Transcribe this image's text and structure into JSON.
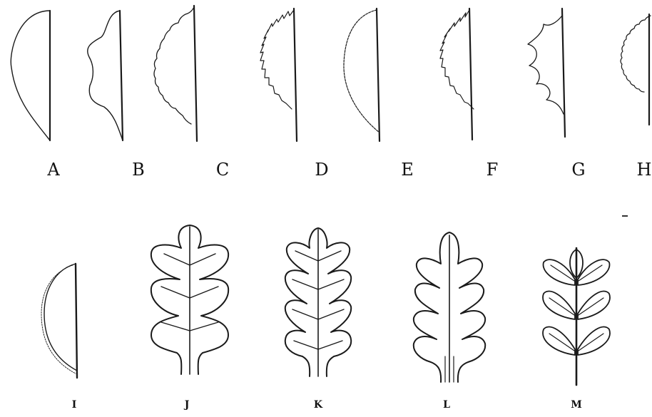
{
  "top_row": [
    {
      "label": "A",
      "margin": "entire"
    },
    {
      "label": "B",
      "margin": "undulate"
    },
    {
      "label": "C",
      "margin": "sinuate"
    },
    {
      "label": "D",
      "margin": "serrate"
    },
    {
      "label": "E",
      "margin": "serrulate"
    },
    {
      "label": "F",
      "margin": "doubly-serrate"
    },
    {
      "label": "G",
      "margin": "lobed"
    },
    {
      "label": "H",
      "margin": "crenate"
    }
  ],
  "bottom_row": [
    {
      "label": "I",
      "margin": "ciliate"
    },
    {
      "label": "J",
      "shape": "rounded-lobed"
    },
    {
      "label": "K",
      "shape": "pointed-lobed"
    },
    {
      "label": "L",
      "shape": "cleft"
    },
    {
      "label": "M",
      "shape": "compound-leaflets"
    }
  ]
}
